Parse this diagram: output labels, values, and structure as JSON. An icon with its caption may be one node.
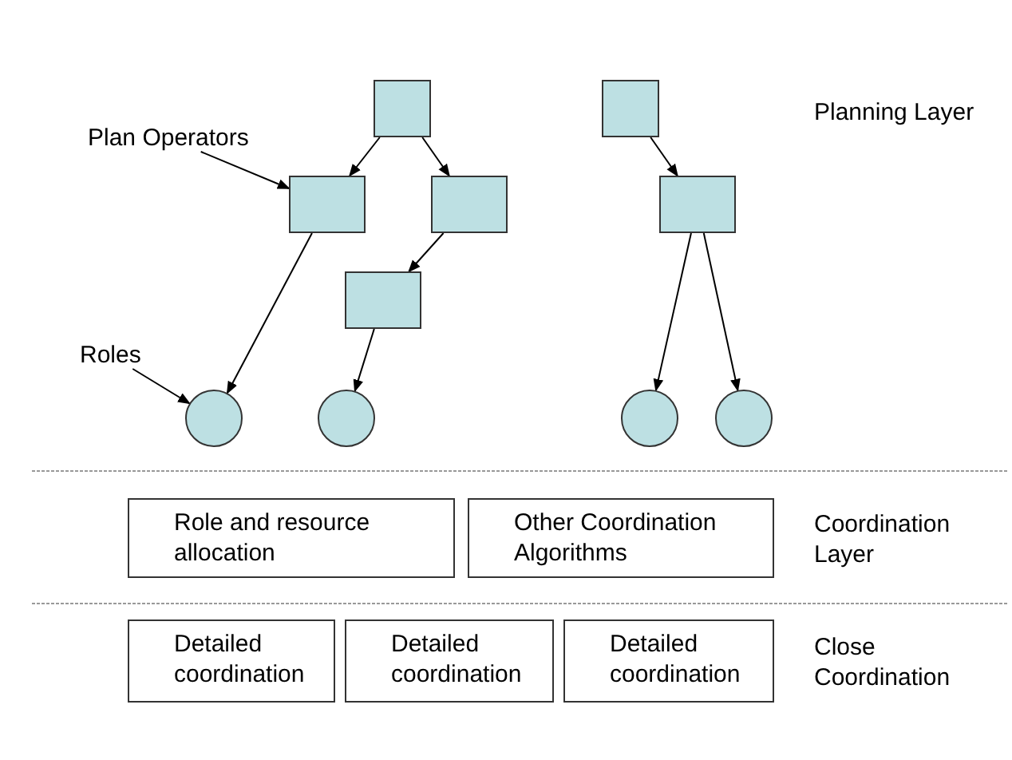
{
  "diagram": {
    "nodes": [
      {
        "text": [],
        "shape": "box"
      },
      {
        "text": [],
        "shape": "box"
      },
      {
        "text": [
          "Plan Operators"
        ]
      },
      {
        "text": [],
        "shape": "box"
      },
      {
        "text": [],
        "shape": "box"
      },
      {
        "text": [],
        "shape": "box"
      },
      {
        "text": [],
        "shape": "box"
      },
      {
        "text": [
          "Roles"
        ]
      },
      {
        "text": [],
        "shape": "circle"
      },
      {
        "text": [],
        "shape": "circle"
      },
      {
        "text": [],
        "shape": "circle"
      },
      {
        "text": [],
        "shape": "circle"
      },
      {
        "text": [
          "Role and resource allocation"
        ]
      },
      {
        "text": [
          "Other Coordination Algorithms"
        ]
      },
      {
        "text": [
          "Detailed coordination"
        ]
      },
      {
        "text": [
          "Detailed coordination"
        ]
      },
      {
        "text": [
          "Detailed coordination"
        ]
      }
    ],
    "edges": [
      {
        "from": 0,
        "to": 3,
        "arrow": "to"
      },
      {
        "from": 0,
        "to": 4,
        "arrow": "to"
      },
      {
        "from": 1,
        "to": 5,
        "arrow": "to"
      },
      {
        "from": 2,
        "to": 3,
        "arrow": "to"
      },
      {
        "from": 4,
        "to": 6,
        "arrow": "to"
      },
      {
        "from": 3,
        "to": 8,
        "arrow": "to"
      },
      {
        "from": 6,
        "to": 9,
        "arrow": "to"
      },
      {
        "from": 5,
        "to": 10,
        "arrow": "to"
      },
      {
        "from": 5,
        "to": 11,
        "arrow": "to"
      },
      {
        "from": 7,
        "to": 8,
        "arrow": "to"
      }
    ],
    "labels": [
      "Planning Layer",
      "Coordination Layer",
      "Close Coordination"
    ]
  }
}
